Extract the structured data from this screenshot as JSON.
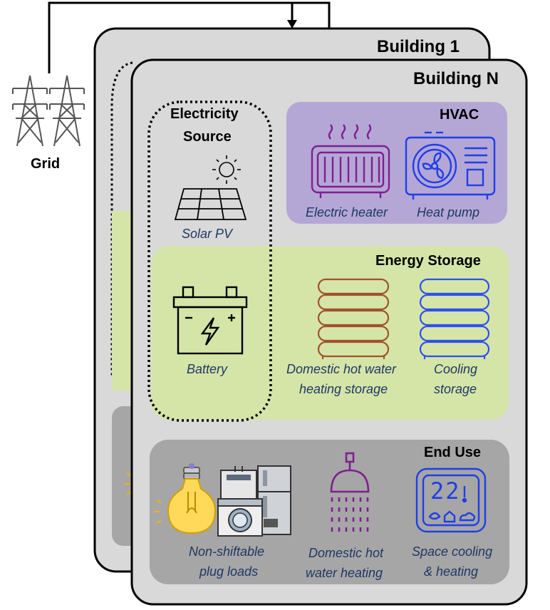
{
  "grid": {
    "label": "Grid"
  },
  "buildings": {
    "back_title": "Building 1",
    "front_title": "Building N"
  },
  "electricity_source": {
    "title_line1": "Electricity",
    "title_line2": "Source",
    "solar_label": "Solar PV",
    "battery_label": "Battery"
  },
  "hvac": {
    "title": "HVAC",
    "heater_label": "Electric heater",
    "heat_pump_label": "Heat pump"
  },
  "storage": {
    "title": "Energy Storage",
    "dhw_label_line1": "Domestic hot water",
    "dhw_label_line2": "heating storage",
    "cooling_label_line1": "Cooling",
    "cooling_label_line2": "storage"
  },
  "end_use": {
    "title": "End Use",
    "plug_label_line1": "Non-shiftable",
    "plug_label_line2": "plug loads",
    "dhw_label_line1": "Domestic hot",
    "dhw_label_line2": "water heating",
    "space_label_line1": "Space cooling",
    "space_label_line2": "& heating",
    "thermostat_display": "22"
  },
  "colors": {
    "building_fill": "#d9d9d9",
    "hvac_fill": "#b4a7d6",
    "storage_fill": "#d5e5a8",
    "end_use_fill": "#a6a6a6",
    "caption_text": "#1f3864",
    "heater_purple": "#7f1f8f",
    "heat_pump_blue": "#1f3ee8",
    "dhw_storage_brown": "#a0522d",
    "cooling_storage_blue": "#2f4ff0"
  },
  "icons": [
    "transmission-tower-icon",
    "sun-icon",
    "solar-panel-icon",
    "battery-icon",
    "radiator-icon",
    "heat-pump-icon",
    "dhw-storage-tank-icon",
    "cooling-storage-tank-icon",
    "light-bulb-icon",
    "appliances-icon",
    "shower-icon",
    "thermostat-icon"
  ]
}
